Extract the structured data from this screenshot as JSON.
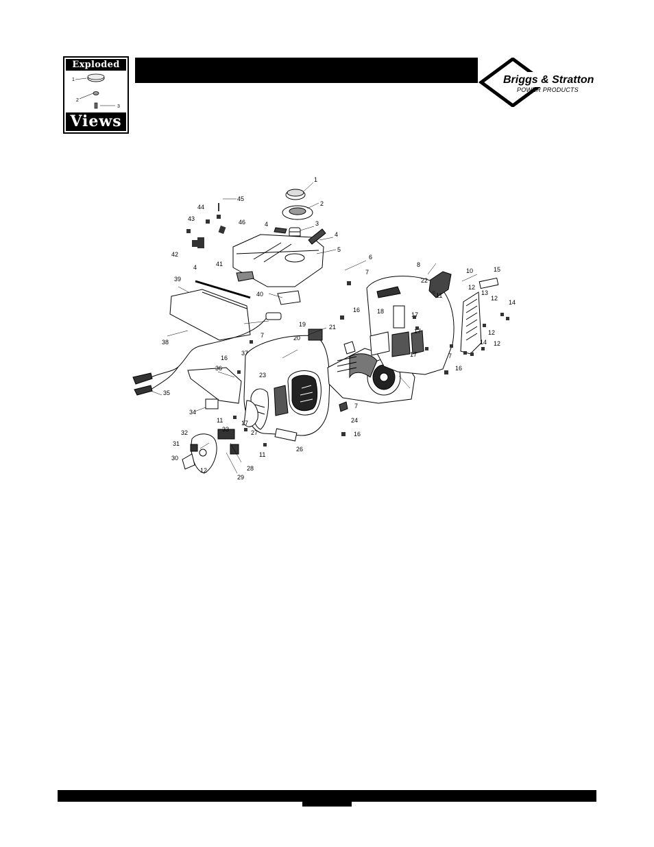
{
  "icon": {
    "top_label": "Exploded",
    "bottom_label": "Views",
    "callouts": [
      "1",
      "2",
      "3"
    ]
  },
  "logo": {
    "brand": "Briggs & Stratton",
    "sub": "POWER PRODUCTS",
    "colors": {
      "primary": "#000000",
      "background": "#ffffff"
    }
  },
  "callouts": [
    "1",
    "2",
    "3",
    "4",
    "4",
    "4",
    "5",
    "6",
    "7",
    "7",
    "7",
    "7",
    "8",
    "10",
    "11",
    "11",
    "11",
    "12",
    "12",
    "12",
    "12",
    "12",
    "13",
    "14",
    "14",
    "15",
    "16",
    "16",
    "16",
    "16",
    "17",
    "17",
    "17",
    "17",
    "18",
    "19",
    "20",
    "21",
    "22",
    "23",
    "24",
    "26",
    "27",
    "28",
    "29",
    "30",
    "31",
    "32",
    "33",
    "34",
    "35",
    "36",
    "37",
    "38",
    "39",
    "40",
    "41",
    "42",
    "43",
    "44",
    "45",
    "46"
  ]
}
